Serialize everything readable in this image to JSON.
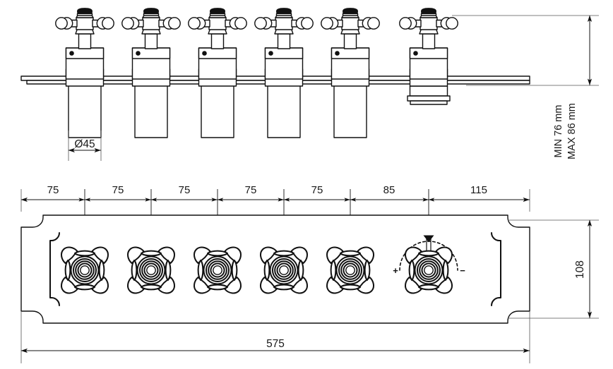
{
  "drawing": {
    "title": "Valve Battery Technical Drawing",
    "views": {
      "elevation": {
        "name": "front-elevation-view"
      },
      "plan": {
        "name": "top-plan-view"
      }
    },
    "dimensions": {
      "diameter_label": "Ø45",
      "spacings": [
        "75",
        "75",
        "75",
        "75",
        "75",
        "85",
        "115"
      ],
      "overall_length": "575",
      "plate_height": "108",
      "depth_min": "MIN 76 mm",
      "depth_max": "MAX 86 mm"
    },
    "thermostat": {
      "plus_sign": "+",
      "minus_sign": "−"
    },
    "valves": {
      "count": 6,
      "plain_count": 5,
      "thermostatic_index": 6
    },
    "colors": {
      "line": "#111111",
      "extension_line": "#555555",
      "background": "#ffffff"
    }
  }
}
